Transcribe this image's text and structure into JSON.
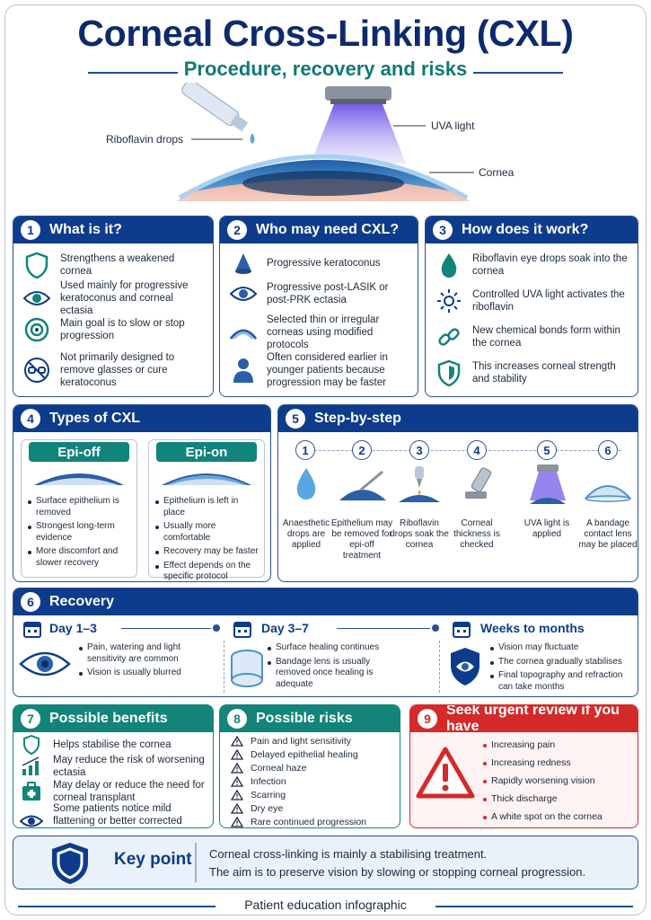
{
  "title": "Corneal Cross-Linking (CXL)",
  "subtitle": "Procedure, recovery and risks",
  "hero": {
    "riboflavin_label": "Riboflavin drops",
    "uva_label": "UVA light",
    "cornea_label": "Cornea"
  },
  "sections": {
    "what": {
      "number": "1",
      "title": "What is it?",
      "items": [
        {
          "icon": "shield-icon",
          "text": "Strengthens a weakened cornea"
        },
        {
          "icon": "eye-icon",
          "text": "Used mainly for progressive keratoconus and corneal ectasia"
        },
        {
          "icon": "target-icon",
          "text": "Main goal is to slow or stop progression"
        },
        {
          "icon": "no-glasses-icon",
          "text": "Not primarily designed to remove glasses or cure keratoconus"
        }
      ]
    },
    "who": {
      "number": "2",
      "title": "Who may need CXL?",
      "items": [
        {
          "icon": "cone-icon",
          "text": "Progressive keratoconus"
        },
        {
          "icon": "eye-icon",
          "text": "Progressive post-LASIK or post-PRK ectasia"
        },
        {
          "icon": "thin-cornea-icon",
          "text": "Selected thin or irregular corneas using modified protocols"
        },
        {
          "icon": "person-icon",
          "text": "Often considered earlier in younger patients because progression may be faster"
        }
      ]
    },
    "how": {
      "number": "3",
      "title": "How does it work?",
      "items": [
        {
          "icon": "drop-icon",
          "text": "Riboflavin eye drops soak into the cornea"
        },
        {
          "icon": "sun-icon",
          "text": "Controlled UVA light activates the riboflavin"
        },
        {
          "icon": "link-icon",
          "text": "New chemical bonds form within the cornea"
        },
        {
          "icon": "shield-icon",
          "text": "This increases corneal strength and stability"
        }
      ]
    },
    "types": {
      "number": "4",
      "title": "Types of CXL",
      "epi_off": {
        "label": "Epi-off",
        "bullets": [
          "Surface epithelium is removed",
          "Strongest long-term evidence",
          "More discomfort and slower recovery"
        ]
      },
      "epi_on": {
        "label": "Epi-on",
        "bullets": [
          "Epithelium is left in place",
          "Usually more comfortable",
          "Recovery may be faster",
          "Effect depends on the specific protocol"
        ]
      }
    },
    "steps": {
      "number": "5",
      "title": "Step-by-step",
      "items": [
        {
          "n": "1",
          "icon": "drop-icon",
          "text": "Anaesthetic drops are applied"
        },
        {
          "n": "2",
          "icon": "scraper-icon",
          "text": "Epithelium may be removed for epi-off treatment"
        },
        {
          "n": "3",
          "icon": "dropper-icon",
          "text": "Riboflavin drops soak the cornea"
        },
        {
          "n": "4",
          "icon": "pachymeter-icon",
          "text": "Corneal thickness is checked"
        },
        {
          "n": "5",
          "icon": "uva-lamp-icon",
          "text": "UVA light is applied"
        },
        {
          "n": "6",
          "icon": "contact-lens-icon",
          "text": "A bandage contact lens may be placed"
        }
      ]
    },
    "recovery": {
      "number": "6",
      "title": "Recovery",
      "periods": [
        {
          "title": "Day 1–3",
          "bullets": [
            "Pain, watering and light sensitivity are common",
            "Vision is usually blurred"
          ]
        },
        {
          "title": "Day 3–7",
          "bullets": [
            "Surface healing continues",
            "Bandage lens is usually removed once healing is adequate"
          ]
        },
        {
          "title": "Weeks to months",
          "bullets": [
            "Vision may fluctuate",
            "The cornea gradually stabilises",
            "Final topography and refraction can take months"
          ]
        }
      ]
    },
    "benefits": {
      "number": "7",
      "title": "Possible benefits",
      "items": [
        {
          "icon": "shield-icon",
          "text": "Helps stabilise the cornea"
        },
        {
          "icon": "chart-icon",
          "text": "May reduce the risk of worsening ectasia"
        },
        {
          "icon": "medical-kit-icon",
          "text": "May delay or reduce the need for corneal transplant"
        },
        {
          "icon": "eye-icon",
          "text": "Some patients notice mild flattening or better corrected vision"
        }
      ]
    },
    "risks": {
      "number": "8",
      "title": "Possible risks",
      "items": [
        "Pain and light sensitivity",
        "Delayed epithelial healing",
        "Corneal haze",
        "Infection",
        "Scarring",
        "Dry eye",
        "Rare continued progression"
      ]
    },
    "urgent": {
      "number": "9",
      "title": "Seek urgent review if you have",
      "items": [
        "Increasing pain",
        "Increasing redness",
        "Rapidly worsening vision",
        "Thick discharge",
        "A white spot on the cornea"
      ]
    }
  },
  "key_point": {
    "label": "Key point",
    "line1": "Corneal cross-linking is mainly a stabilising treatment.",
    "line2": "The aim is to preserve vision by slowing or stopping corneal progression."
  },
  "footer": "Patient education infographic",
  "colors": {
    "navy": "#0e3c8c",
    "teal": "#13847a",
    "red": "#d42a2a"
  }
}
